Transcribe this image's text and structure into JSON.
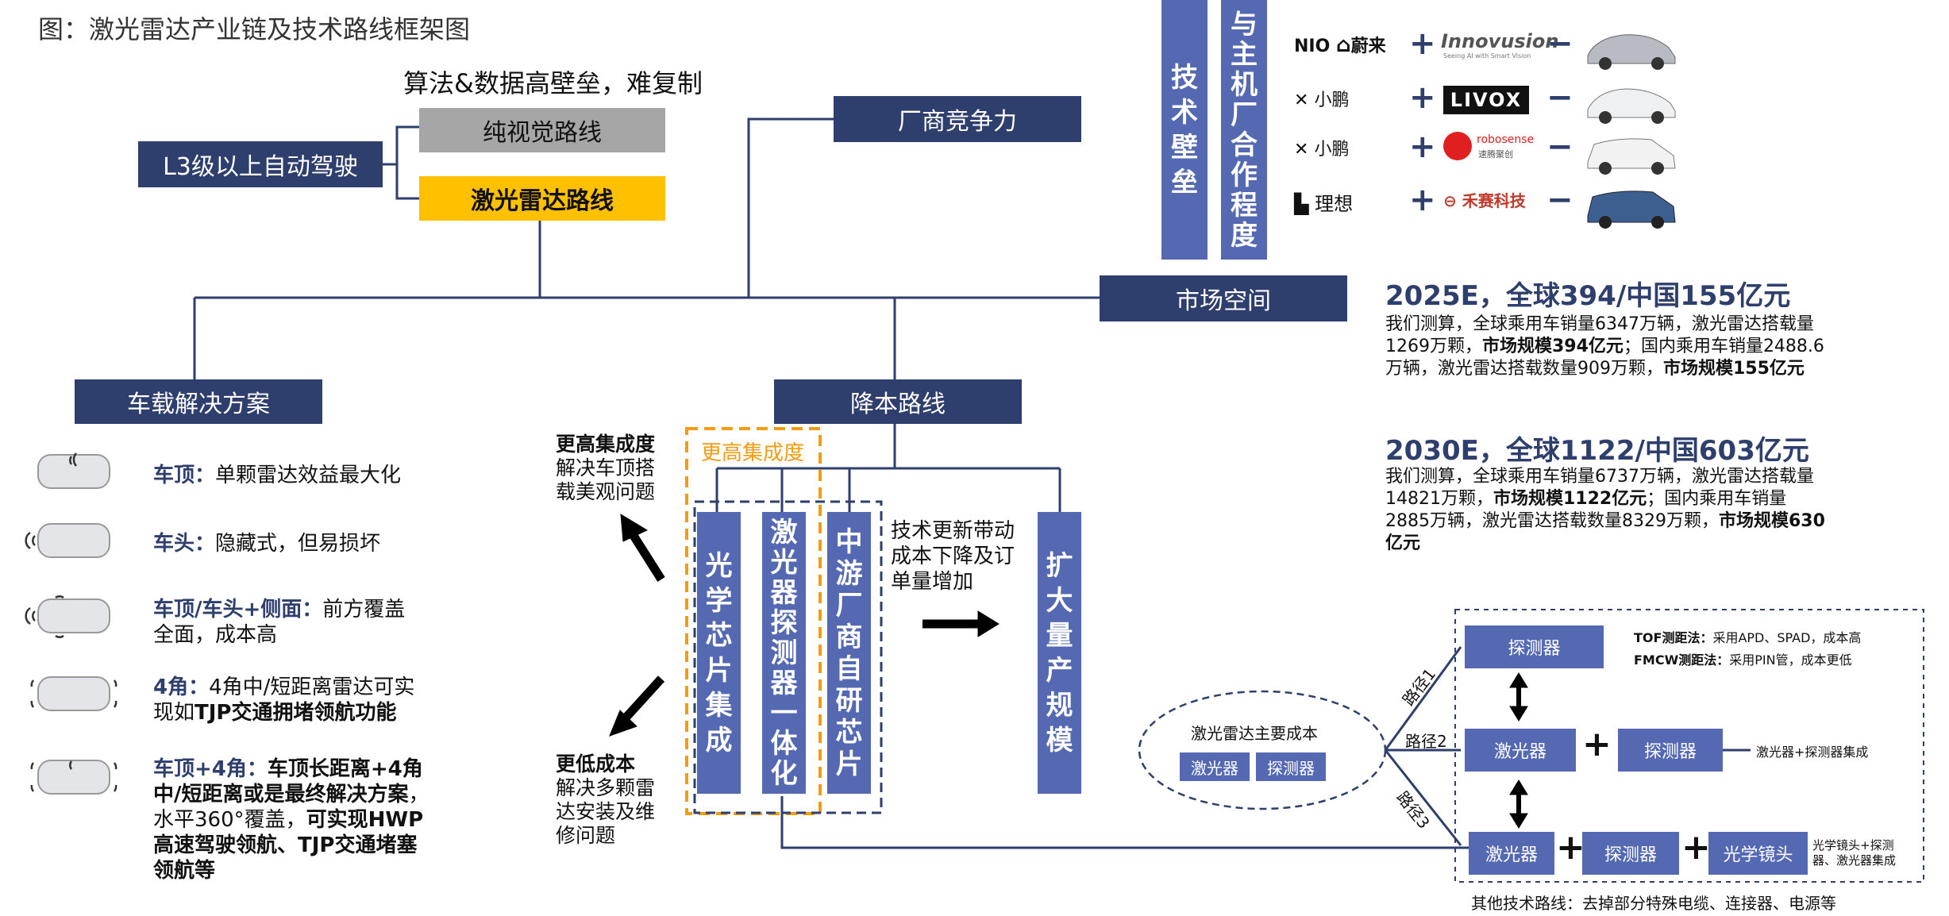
{
  "figure_title": "图：激光雷达产业链及技术路线框架图",
  "algo_note": "算法&数据高壁垒，难复制",
  "l3_label": "L3级以上自动驾驶",
  "pure_vision": "纯视觉路线",
  "lidar_route": "激光雷达路线",
  "vendor_competitiveness": "厂商竞争力",
  "tech_barrier": [
    "技",
    "术",
    "壁",
    "垒"
  ],
  "oem_cooperation": [
    "与",
    "主",
    "机",
    "厂",
    "合",
    "作",
    "程",
    "度"
  ],
  "partnerships": [
    {
      "oem": "蔚来",
      "oem_mark": "NIO",
      "lidar": "Innovusion",
      "lidar_sub": "Seeing AI with Smart Vision"
    },
    {
      "oem": "小鹏",
      "lidar": "LIVOX"
    },
    {
      "oem": "小鹏",
      "lidar": "robosense",
      "lidar_sub": "速腾聚创"
    },
    {
      "oem": "理想",
      "lidar": "禾赛科技"
    }
  ],
  "symbols": {
    "plus": "+",
    "minus": "−"
  },
  "market_space": "市场空间",
  "vehicle_solutions": "车载解决方案",
  "cost_route": "降本路线",
  "forecast_2025": {
    "heading": "2025E，全球394/中国155亿元",
    "t1": "我们测算，全球乘用车销量6347万辆，激光雷达搭载量1269万颗，",
    "b1": "市场规模394亿元",
    "t2": "；国内乘用车销量2488.6万辆，激光雷达搭载数量909万颗，",
    "b2": "市场规模155亿元"
  },
  "forecast_2030": {
    "heading": "2030E，全球1122/中国603亿元",
    "t1": "我们测算，全球乘用车销量6737万辆，激光雷达搭载量14821万颗，",
    "b1": "市场规模1122亿元",
    "t2": "；国内乘用车销量2885万辆，激光雷达搭载数量8329万颗，",
    "b2": "市场规模630亿元"
  },
  "solutions": [
    {
      "title": "车顶：",
      "text": "单颗雷达效益最大化",
      "tail": ""
    },
    {
      "title": "车头：",
      "text": "隐藏式，但易损坏",
      "tail": ""
    },
    {
      "title": "车顶/车头+侧面：",
      "text": "前方覆盖全面，成本高",
      "tail": ""
    },
    {
      "title": "4角：",
      "text": "4角中/短距离雷达可实现如",
      "tail": "TJP交通拥堵领航功能"
    },
    {
      "title": "车顶+4角：",
      "text": "",
      "tail": "车顶长距离+4角中/短距离或是最终解决方案",
      "text2": "，水平360°覆盖，",
      "tail2": "可实现HWP高速驾驶领航、TJP交通堵塞领航等"
    }
  ],
  "higher_integration": {
    "label": "更高集成度",
    "title": "更高集成度",
    "desc": "解决车顶搭载美观问题"
  },
  "lower_cost": {
    "title": "更低成本",
    "desc": "解决多颗雷达安装及维修问题"
  },
  "cost_columns": [
    [
      "光",
      "学",
      "芯",
      "片",
      "集",
      "成"
    ],
    [
      "激",
      "光",
      "器",
      "探",
      "测",
      "器",
      "一",
      "体",
      "化"
    ],
    [
      "中",
      "游",
      "厂",
      "商",
      "自",
      "研",
      "芯",
      "片"
    ]
  ],
  "tech_update_note": "技术更新带动成本下降及订单量增加",
  "scale_up": [
    "扩",
    "大",
    "量",
    "产",
    "规",
    "模"
  ],
  "cost_ellipse": {
    "title": "激光雷达主要成本",
    "items": [
      "激光器",
      "探测器"
    ]
  },
  "paths": [
    "路径1",
    "路径2",
    "路径3"
  ],
  "path_boxes": {
    "detector": "探测器",
    "laser": "激光器",
    "optics": "光学镜头"
  },
  "tof": {
    "title": "TOF测距法：",
    "text": "采用APD、SPAD，成本高"
  },
  "fmcw": {
    "title": "FMCW测距法：",
    "text": "采用PIN管，成本更低"
  },
  "path2_note": "激光器+探测器集成",
  "path3_note": "光学镜头+探测器、激光器集成",
  "other_routes": "其他技术路线：去掉部分特殊电缆、连接器、电源等"
}
